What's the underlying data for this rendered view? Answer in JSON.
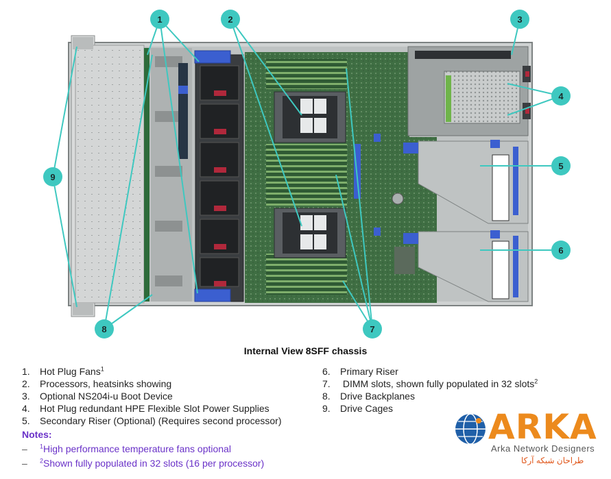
{
  "caption": "Internal View 8SFF chassis",
  "callouts": [
    "1",
    "2",
    "3",
    "4",
    "5",
    "6",
    "7",
    "8",
    "9"
  ],
  "legend_left": [
    {
      "num": "1.",
      "text": "Hot Plug Fans",
      "sup": "1"
    },
    {
      "num": "2.",
      "text": "Processors, heatsinks showing",
      "sup": ""
    },
    {
      "num": "3.",
      "text": "Optional NS204i-u Boot Device",
      "sup": ""
    },
    {
      "num": "4.",
      "text": "Hot Plug redundant HPE Flexible Slot Power Supplies",
      "sup": ""
    },
    {
      "num": "5.",
      "text": "Secondary Riser (Optional) (Requires second processor)",
      "sup": ""
    }
  ],
  "legend_right": [
    {
      "num": "6.",
      "text": "Primary Riser",
      "sup": ""
    },
    {
      "num": "7.",
      "text": " DIMM slots, shown fully populated in 32 slots",
      "sup": "2"
    },
    {
      "num": "8.",
      "text": "Drive Backplanes",
      "sup": ""
    },
    {
      "num": "9.",
      "text": "Drive Cages",
      "sup": ""
    }
  ],
  "notes": {
    "title": "Notes:",
    "items": [
      {
        "dash": "–",
        "sup": "1",
        "text": "High performance temperature fans optional"
      },
      {
        "dash": "–",
        "sup": "2",
        "text": "Shown fully populated in 32 slots (16 per processor)"
      }
    ]
  },
  "logo": {
    "word": "ARKA",
    "tagline": "Arka Network Designers",
    "persian": "طراحان شبکه آرکا"
  },
  "colors": {
    "callout": "#3ec8c0",
    "pcb": "#3f6e43",
    "logo_orange": "#ec8a1d",
    "logo_blue": "#1f5fa8",
    "notes_purple": "#6a32c8",
    "latch_blue": "#3b5fd0"
  }
}
